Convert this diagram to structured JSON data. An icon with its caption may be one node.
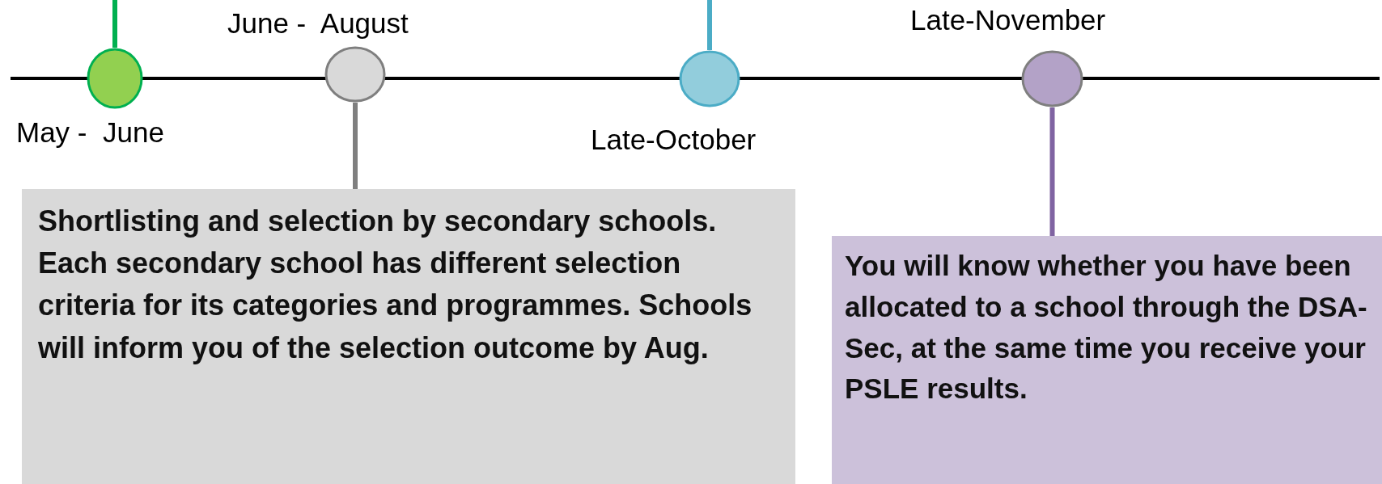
{
  "diagram": {
    "nodes": [
      {
        "text": [],
        "shape": "circle",
        "beside": [
          "May -  June"
        ]
      },
      {
        "text": [],
        "shape": "circle",
        "beside": [
          "June -  August"
        ]
      },
      {
        "text": [
          "Shortlisting and selection by secondary schools. Each secondary school has different selection criteria for its categories and programmes. Schools will inform you of the selection outcome by Aug."
        ]
      },
      {
        "text": [],
        "shape": "circle",
        "beside": [
          "Late-October"
        ]
      },
      {
        "text": [],
        "shape": "circle",
        "beside": [
          "Late-November"
        ]
      },
      {
        "text": [
          "You will know whether you have been allocated to a school through the DSA-Sec, at the same time you receive your PSLE results."
        ]
      }
    ],
    "edges": [
      {
        "from": null,
        "to": 0,
        "arrow": "none",
        "color": "#00b050"
      },
      {
        "from": 1,
        "to": 2,
        "arrow": "none",
        "color": "#7f7f7f"
      },
      {
        "from": null,
        "to": 3,
        "arrow": "none",
        "color": "#4bacc6"
      },
      {
        "from": 4,
        "to": 5,
        "arrow": "none",
        "color": "#8064a2"
      }
    ]
  }
}
